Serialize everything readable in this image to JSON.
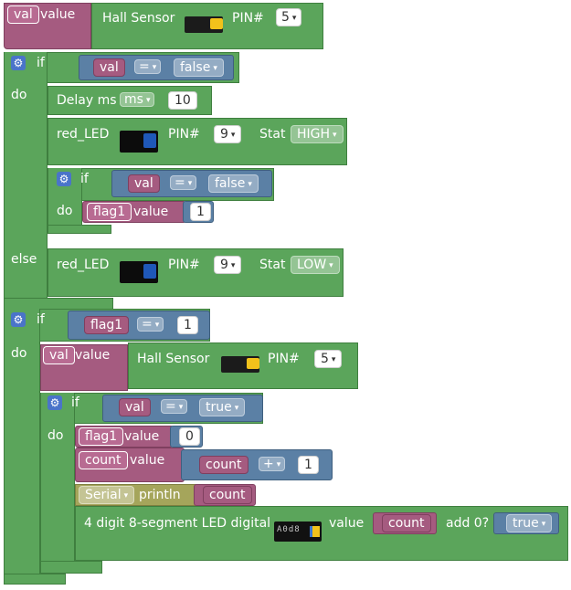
{
  "colors": {
    "logic_green": "#5ba55b",
    "variable_magenta": "#a55b80",
    "compare_steel": "#5b80a5",
    "serial_olive": "#a5a55b",
    "gear_blue": "#4a74c9"
  },
  "icons": {
    "gear": "⚙",
    "dropdown": "▾"
  },
  "blocks": {
    "set1": {
      "var": "val",
      "value_word": "value",
      "sensor": "Hall Sensor",
      "pin_label": "PIN#",
      "pin": "5"
    },
    "if1": {
      "if_word": "if",
      "do_word": "do",
      "else_word": "else",
      "lhs": "val",
      "op": "=",
      "rhs": "false"
    },
    "delay": {
      "label": "Delay ms",
      "unit": "ms",
      "amount": "10"
    },
    "led_high": {
      "label": "red_LED",
      "pin_label": "PIN#",
      "pin": "9",
      "stat_label": "Stat",
      "stat": "HIGH"
    },
    "if2": {
      "if_word": "if",
      "do_word": "do",
      "lhs": "val",
      "op": "=",
      "rhs": "false"
    },
    "set_flag1": {
      "var": "flag1",
      "value_word": "value",
      "value": "1"
    },
    "led_low": {
      "label": "red_LED",
      "pin_label": "PIN#",
      "pin": "9",
      "stat_label": "Stat",
      "stat": "LOW"
    },
    "if3": {
      "if_word": "if",
      "do_word": "do",
      "lhs": "flag1",
      "op": "=",
      "rhs": "1"
    },
    "set2": {
      "var": "val",
      "value_word": "value",
      "sensor": "Hall Sensor",
      "pin_label": "PIN#",
      "pin": "5"
    },
    "if4": {
      "if_word": "if",
      "do_word": "do",
      "lhs": "val",
      "op": "=",
      "rhs": "true"
    },
    "set_flag0": {
      "var": "flag1",
      "value_word": "value",
      "value": "0"
    },
    "set_count": {
      "var": "count",
      "value_word": "value",
      "operand": "count",
      "op": "+",
      "amount": "1"
    },
    "serial": {
      "label": "Serial",
      "fn": "println",
      "arg": "count"
    },
    "segment": {
      "label": "4 digit 8-segment LED digital",
      "display": "A0d8",
      "value_word": "value",
      "arg": "count",
      "add0_label": "add 0?",
      "add0": "true"
    }
  }
}
